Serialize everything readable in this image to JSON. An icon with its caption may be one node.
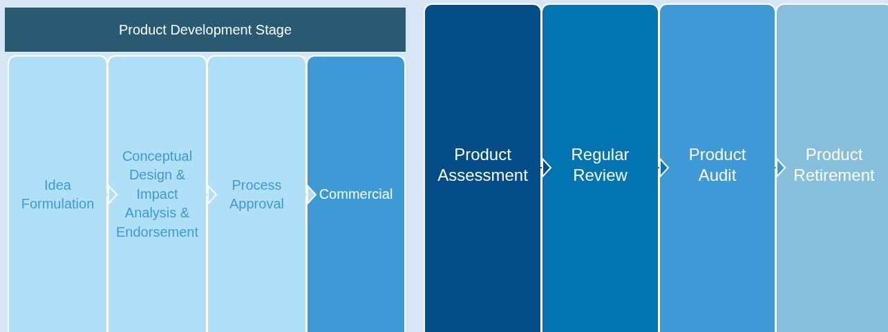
{
  "diagram": {
    "nodes": [
      {
        "text": [
          "Product Development Stage"
        ]
      },
      {
        "text": [
          "Idea Formulation"
        ]
      },
      {
        "text": [
          "Conceptual Design & Impact Analysis & Endorsement"
        ]
      },
      {
        "text": [
          "Process Approval"
        ]
      },
      {
        "text": [
          "Commercial"
        ]
      },
      {
        "text": [
          "Product Assessment"
        ]
      },
      {
        "text": [
          "Regular Review"
        ]
      },
      {
        "text": [
          "Product Audit"
        ]
      },
      {
        "text": [
          "Product Retirement"
        ]
      }
    ],
    "edges": [
      {
        "from": 1,
        "to": 2,
        "arrow": "to",
        "color": "#afe0f7"
      },
      {
        "from": 2,
        "to": 3,
        "arrow": "to",
        "color": "#afe0f7"
      },
      {
        "from": 3,
        "to": 4,
        "arrow": "to",
        "color": "#afe0f7"
      },
      {
        "from": 5,
        "to": 6,
        "arrow": "to",
        "color": "#024c87"
      },
      {
        "from": 6,
        "to": 7,
        "arrow": "to",
        "color": "#0274b1"
      },
      {
        "from": 7,
        "to": 8,
        "arrow": "to",
        "color": "#3d9ad6"
      }
    ]
  }
}
